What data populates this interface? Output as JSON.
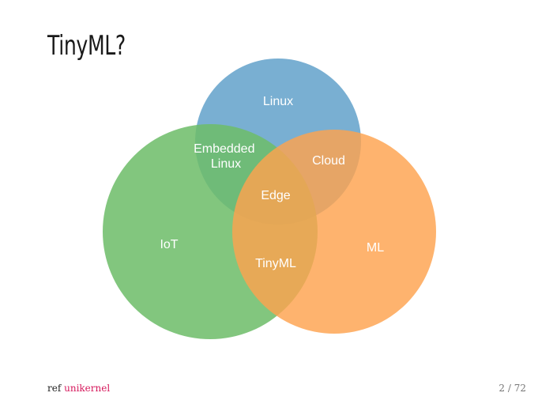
{
  "title": "TinyML?",
  "venn": {
    "sets": {
      "linux": {
        "label": "Linux",
        "color": "#5c9dc8"
      },
      "iot": {
        "label": "IoT",
        "color": "#6dbd69"
      },
      "ml": {
        "label": "ML",
        "color": "#fea24e"
      }
    },
    "overlaps": {
      "linux_iot": [
        "Embedded",
        "Linux"
      ],
      "linux_ml": "Cloud",
      "iot_ml": "TinyML",
      "all": "Edge"
    }
  },
  "footer": {
    "prefix": "ref",
    "link_text": "unikernel",
    "link_color": "#d6195c",
    "page": "2 / 72"
  }
}
